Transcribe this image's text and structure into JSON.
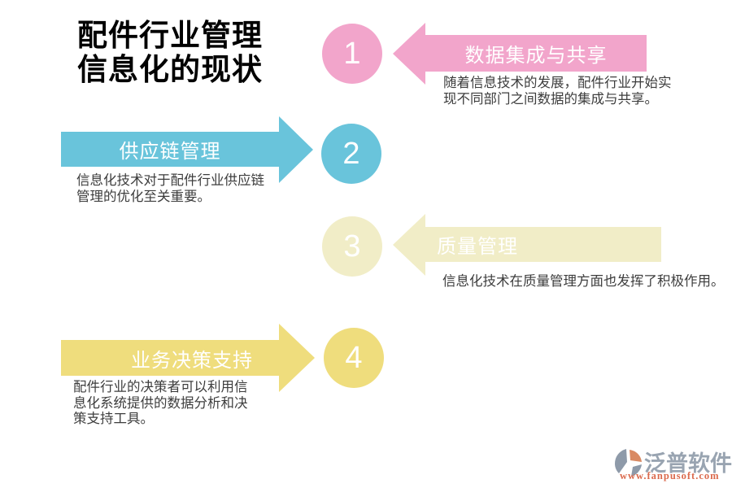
{
  "page": {
    "title": "配件行业管理\n信息化的现状",
    "background_color": "#ffffff"
  },
  "steps": [
    {
      "number": "1",
      "label": "数据集成与共享",
      "description": "随着信息技术的发展，配件行业开始实\n现不同部门之间数据的集成与共享。",
      "color": "#F2A5CB",
      "arrow_direction": "left"
    },
    {
      "number": "2",
      "label": "供应链管理",
      "description": "信息化技术对于配件行业供应链\n管理的优化至关重要。",
      "color": "#69C4DB",
      "arrow_direction": "right"
    },
    {
      "number": "3",
      "label": "质量管理",
      "description": "信息化技术在质量管理方面也发挥了积极作用。",
      "color": "#F1EDC7",
      "arrow_direction": "left"
    },
    {
      "number": "4",
      "label": "业务决策支持",
      "description": "配件行业的决策者可以利用信\n息化系统提供的数据分析和决\n策支持工具。",
      "color": "#EFDD7D",
      "arrow_direction": "right"
    }
  ],
  "logo": {
    "name": "泛普软件",
    "url": "www.fanpusoft.com",
    "gray_color": "#8E9AA9",
    "orange_color": "#D98A63"
  }
}
